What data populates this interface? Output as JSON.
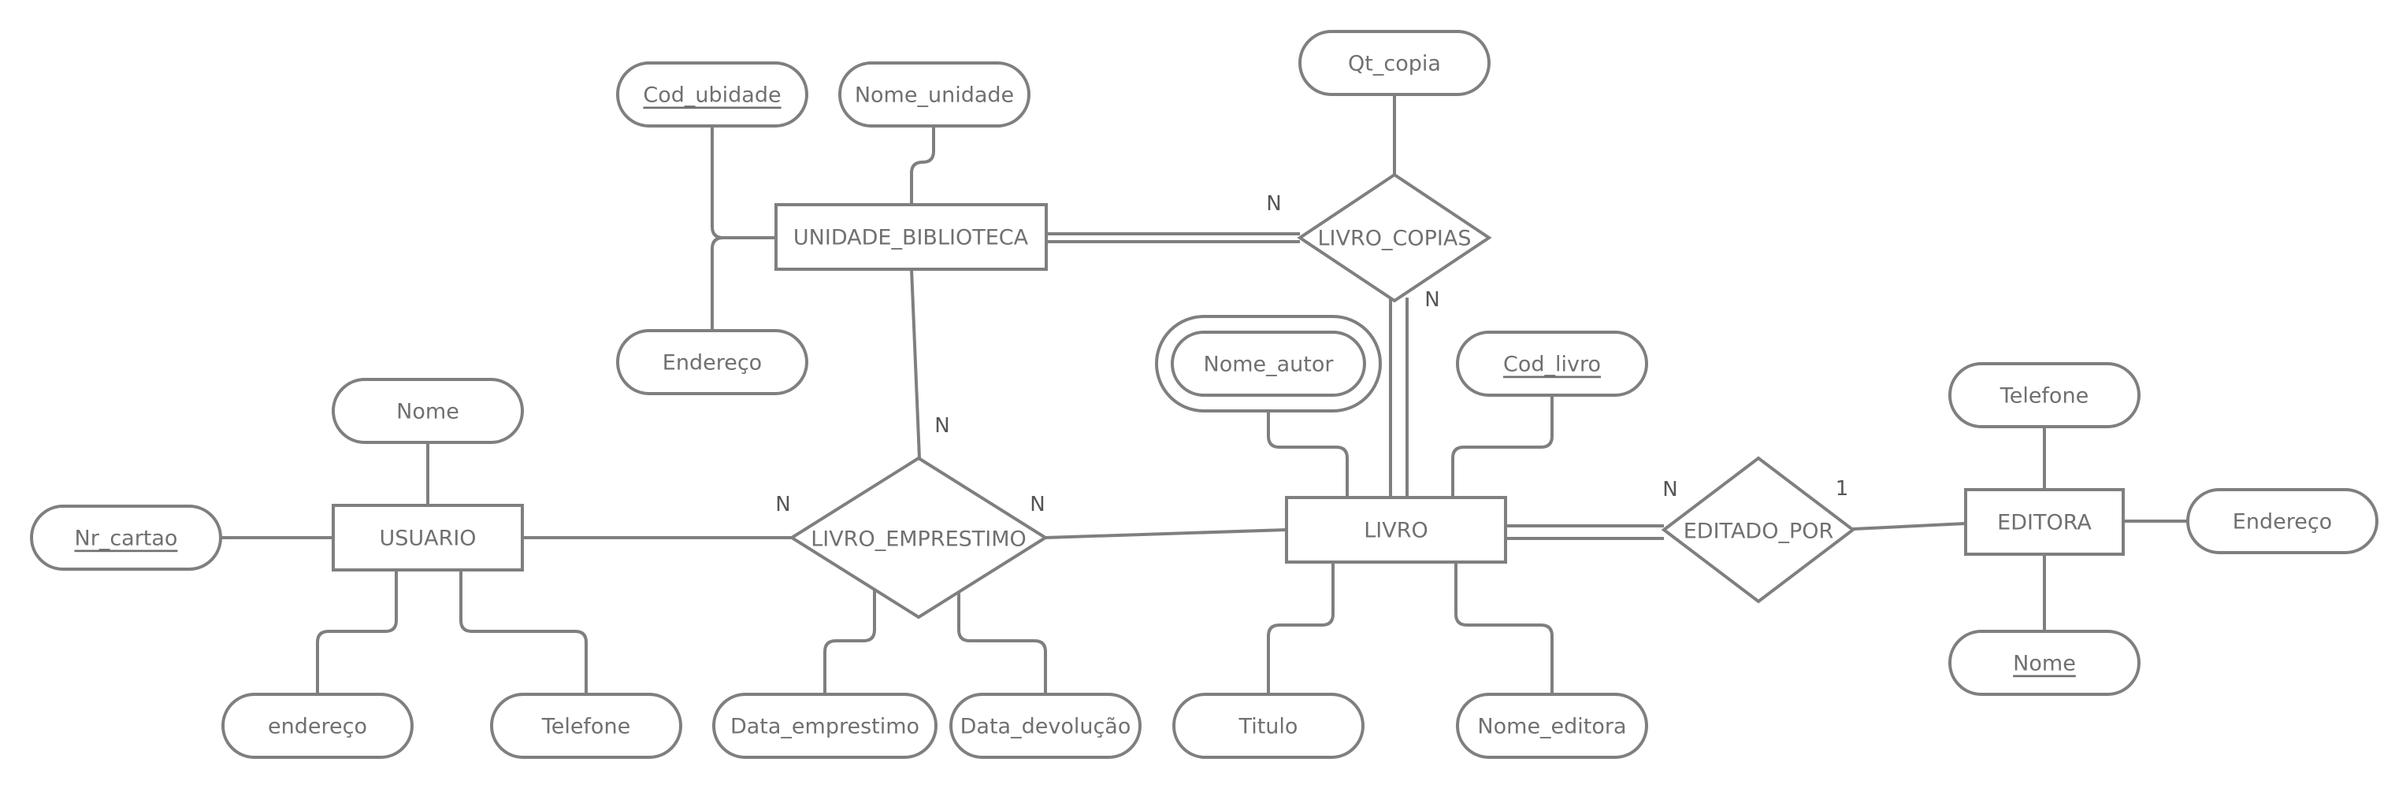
{
  "entities": {
    "unidade_biblioteca": "UNIDADE_BIBLIOTECA",
    "usuario": "USUARIO",
    "livro": "LIVRO",
    "editora": "EDITORA"
  },
  "relationships": {
    "livro_copias": "LIVRO_COPIAS",
    "livro_emprestimo": "LIVRO_EMPRESTIMO",
    "editado_por": "EDITADO_POR"
  },
  "attributes": {
    "cod_ubidade": "Cod_ubidade",
    "nome_unidade": "Nome_unidade",
    "endereco_unidade": "Endereço",
    "qt_copia": "Qt_copia",
    "nome_usuario": "Nome",
    "nr_cartao": "Nr_cartao",
    "endereco_usuario": "endereço",
    "telefone_usuario": "Telefone",
    "data_emprestimo": "Data_emprestimo",
    "data_devolucao": "Data_devolução",
    "nome_autor": "Nome_autor",
    "cod_livro": "Cod_livro",
    "titulo": "Titulo",
    "nome_editora": "Nome_editora",
    "telefone_editora": "Telefone",
    "endereco_editora": "Endereço",
    "nome_editora_key": "Nome"
  },
  "cardinalities": {
    "copias_unidade": "N",
    "copias_livro": "N",
    "emprestimo_unidade": "N",
    "emprestimo_usuario": "N",
    "emprestimo_livro": "N",
    "editado_livro": "N",
    "editado_editora": "1"
  }
}
